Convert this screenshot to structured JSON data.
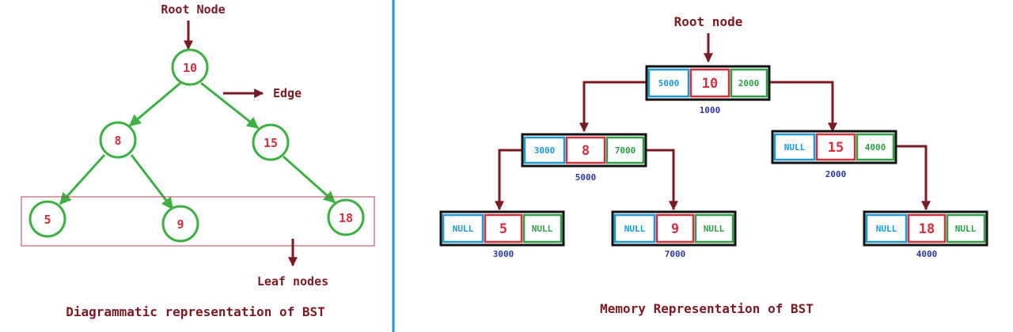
{
  "colors": {
    "node_green": "#3cb043",
    "value_red": "#d2303c",
    "arrow_maroon": "#7b1a22",
    "divider_blue": "#1b9ad6",
    "pointer_blue": "#1b9ad6",
    "pointer_green": "#2e9e4a",
    "address_navy": "#2b3a9e",
    "box_black": "#111111"
  },
  "left": {
    "root_label": "Root Node",
    "edge_label": "Edge",
    "leaf_label": "Leaf nodes",
    "caption": "Diagrammatic representation of BST",
    "nodes": [
      "10",
      "8",
      "15",
      "5",
      "9",
      "18"
    ]
  },
  "right": {
    "root_label": "Root node",
    "caption": "Memory Representation of BST",
    "nodes": [
      {
        "left": "5000",
        "value": "10",
        "right": "2000",
        "address": "1000"
      },
      {
        "left": "3000",
        "value": "8",
        "right": "7000",
        "address": "5000"
      },
      {
        "left": "NULL",
        "value": "15",
        "right": "4000",
        "address": "2000"
      },
      {
        "left": "NULL",
        "value": "5",
        "right": "NULL",
        "address": "3000"
      },
      {
        "left": "NULL",
        "value": "9",
        "right": "NULL",
        "address": "7000"
      },
      {
        "left": "NULL",
        "value": "18",
        "right": "NULL",
        "address": "4000"
      }
    ]
  }
}
